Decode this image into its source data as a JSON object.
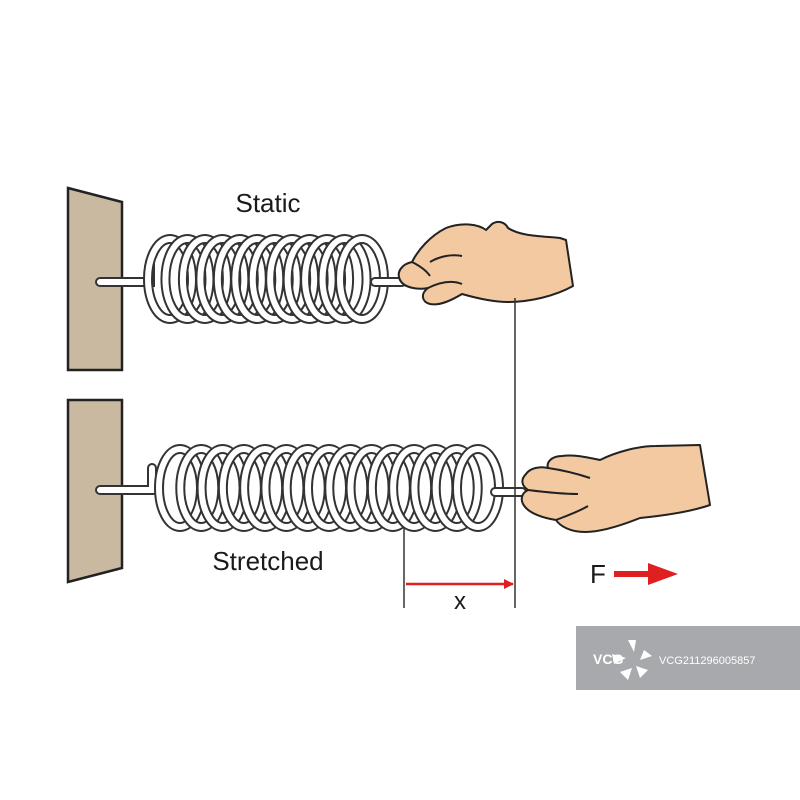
{
  "labels": {
    "static": "Static",
    "stretched": "Stretched",
    "displacement": "x",
    "force": "F"
  },
  "watermark": {
    "brand": "VCG",
    "code": "VCG211296005857"
  },
  "colors": {
    "wall": "#c8b9a0",
    "arrow": "#e02020",
    "skin": "#f2c9a0",
    "coil": "#ffffff",
    "watermark_bg": "#a7a9ac"
  },
  "springs": {
    "static_coils": 12,
    "stretched_coils": 15
  }
}
